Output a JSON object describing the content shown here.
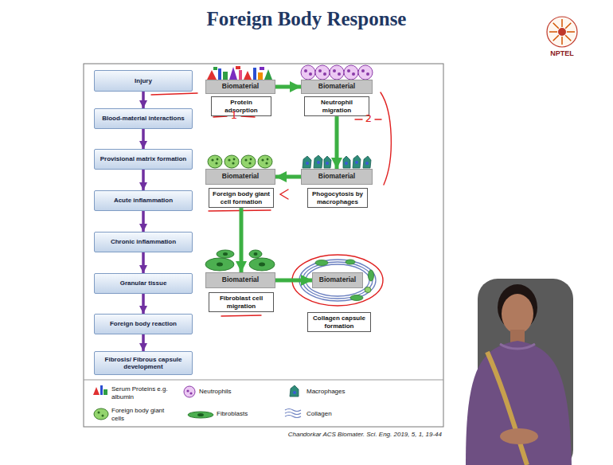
{
  "diagram": {
    "title": "Foreign Body Response",
    "nodes": [
      {
        "text": [
          "Injury"
        ]
      },
      {
        "text": [
          "Blood-material interactions"
        ]
      },
      {
        "text": [
          "Provisional matrix formation"
        ]
      },
      {
        "text": [
          "Acute inflammation"
        ]
      },
      {
        "text": [
          "Chronic inflammation"
        ]
      },
      {
        "text": [
          "Granular tissue"
        ]
      },
      {
        "text": [
          "Foreign body reaction"
        ]
      },
      {
        "text": [
          "Fibrosis/ Fibrous capsule development"
        ]
      },
      {
        "text": [
          "Biomaterial"
        ]
      },
      {
        "text": [
          "Protein adsorption"
        ]
      },
      {
        "text": [
          "Biomaterial"
        ]
      },
      {
        "text": [
          "Neutrophil migration"
        ]
      },
      {
        "text": [
          "Biomaterial"
        ]
      },
      {
        "text": [
          "Foreign body giant cell formation"
        ]
      },
      {
        "text": [
          "Biomaterial"
        ]
      },
      {
        "text": [
          "Phogocytosis by macrophages"
        ]
      },
      {
        "text": [
          "Biomaterial"
        ]
      },
      {
        "text": [
          "Fibroblast cell migration"
        ]
      },
      {
        "text": [
          "Biomaterial"
        ]
      },
      {
        "text": [
          "Collagen capsule formation"
        ]
      }
    ],
    "edges": [
      {
        "from": 0,
        "to": 1,
        "arrow": "to"
      },
      {
        "from": 1,
        "to": 2,
        "arrow": "to"
      },
      {
        "from": 2,
        "to": 3,
        "arrow": "to"
      },
      {
        "from": 3,
        "to": 4,
        "arrow": "to"
      },
      {
        "from": 4,
        "to": 5,
        "arrow": "to"
      },
      {
        "from": 5,
        "to": 6,
        "arrow": "to"
      },
      {
        "from": 6,
        "to": 7,
        "arrow": "to"
      },
      {
        "from": 8,
        "to": 10,
        "arrow": "to"
      },
      {
        "from": 11,
        "to": 14,
        "arrow": "to"
      },
      {
        "from": 14,
        "to": 12,
        "arrow": "to"
      },
      {
        "from": 13,
        "to": 16,
        "arrow": "to"
      },
      {
        "from": 16,
        "to": 18,
        "arrow": "to"
      }
    ],
    "labels": [
      "1",
      "2",
      "NPTEL",
      "Chandorkar ACS Biomater. Sci. Eng. 2019, 5, 1, 19-44"
    ],
    "legend": [
      {
        "text": "Serum Proteins e.g. albumin"
      },
      {
        "text": "Neutrophils"
      },
      {
        "text": "Macrophages"
      },
      {
        "text": "Foreign body giant cells"
      },
      {
        "text": "Fibroblasts"
      },
      {
        "text": "Collagen"
      }
    ]
  }
}
